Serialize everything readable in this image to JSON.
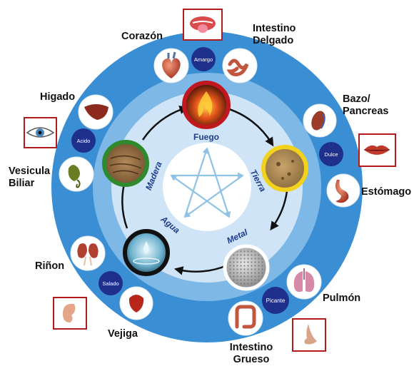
{
  "elements": {
    "fuego": "Fuego",
    "tierra": "Tierra",
    "metal": "Metal",
    "agua": "Agua",
    "madera": "Madera"
  },
  "flavors": {
    "amargo": "Amargo",
    "dulce": "Dulce",
    "picante": "Picante",
    "salado": "Salado",
    "acido": "Acido"
  },
  "organs": {
    "corazon": "Corazón",
    "intestino_delgado": [
      "Intestino",
      "Delgado"
    ],
    "bazo_pancreas": [
      "Bazo/",
      "Pancreas"
    ],
    "estomago": "Estómago",
    "pulmon": "Pulmón",
    "intestino_grueso": [
      "Intestino",
      "Grueso"
    ],
    "vejiga": "Vejiga",
    "rinon": "Riñon",
    "vesicula_biliar": [
      "Vesicula",
      "Biliar"
    ],
    "higado": "Higado"
  },
  "colors": {
    "outer_ring": "#3a8fd4",
    "middle_ring": "#7db8e6",
    "inner_disc": "#cfe4f6",
    "center_disc": "#ffffff",
    "flavor_badge": "#1f2f8c",
    "element_text": "#1f3d8c",
    "fuego_ring": "#c0181e",
    "tierra_ring": "#f2d21d",
    "metal_ring": "#ffffff",
    "agua_ring": "#111111",
    "madera_ring": "#2f8a2e",
    "star": "#8fc3e6"
  }
}
